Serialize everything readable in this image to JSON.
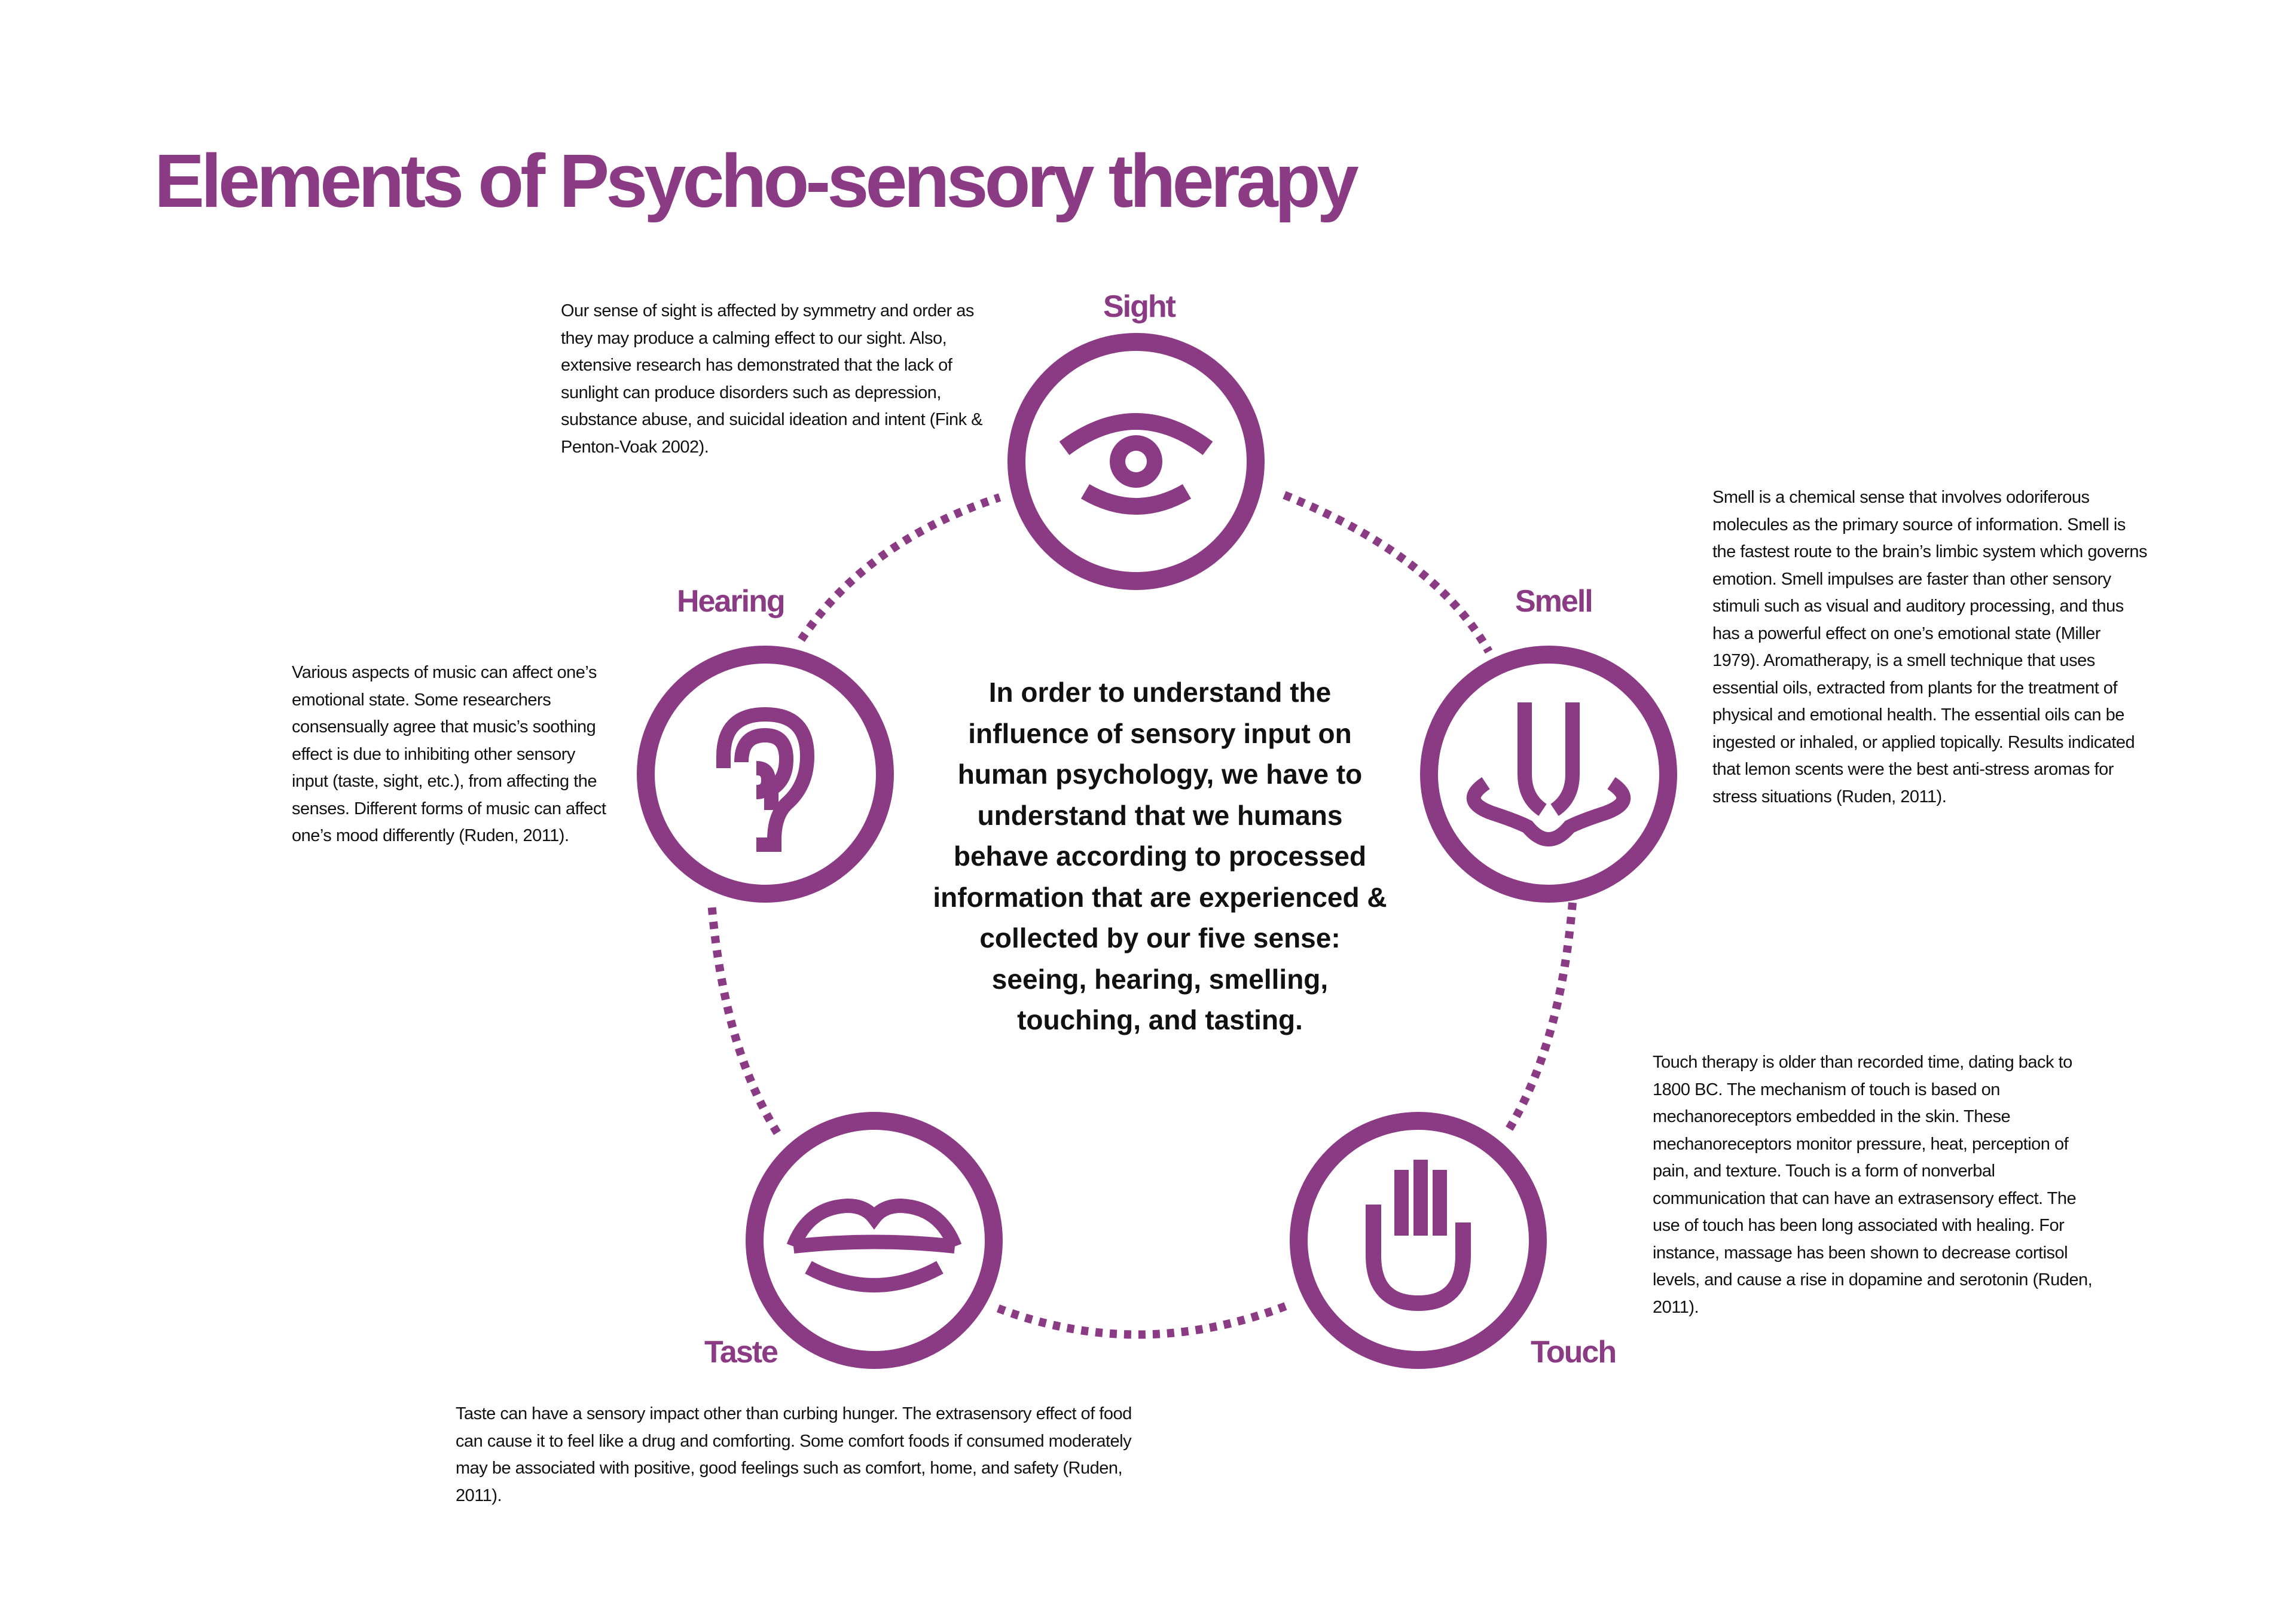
{
  "colors": {
    "accent": "#8B3A84",
    "text": "#111111",
    "background": "#ffffff"
  },
  "title": "Elements of Psycho-sensory therapy",
  "center_text": "In order to understand the influence of sensory input on human psychology, we have to understand that we humans behave according to processed information that are experienced & collected by our five sense: seeing, hearing, smelling, touching, and tasting.",
  "senses": {
    "sight": {
      "label": "Sight",
      "icon": "eye-icon",
      "description": "Our sense of sight is affected by symmetry and order as they may produce a calming effect to our sight. Also, extensive research has demonstrated that the lack of sunlight can produce disorders such as depression, substance abuse, and suicidal ideation and intent (Fink & Penton-Voak 2002)."
    },
    "smell": {
      "label": "Smell",
      "icon": "nose-icon",
      "description": "Smell is a chemical sense that involves odoriferous molecules as the primary source of information. Smell is the fastest route to the brain’s limbic system which governs emotion. Smell impulses are faster than other sensory stimuli such as visual and auditory processing, and thus has a powerful effect on one’s emotional state (Miller 1979). Aromatherapy, is a smell technique that uses essential oils, extracted from plants for the treatment of physical and emotional health. The essential oils can be ingested or inhaled, or applied topically. Results indicated that lemon scents were the best anti-stress aromas for stress situations (Ruden, 2011)."
    },
    "touch": {
      "label": "Touch",
      "icon": "hand-icon",
      "description": "Touch therapy is older than recorded time, dating back to 1800 BC. The mechanism of touch is based on mechanoreceptors embedded in the skin. These mechanoreceptors monitor pressure, heat, perception of pain, and texture. Touch is a form of nonverbal communication that can have an extrasensory effect. The use of touch has been long associated with healing. For instance, massage has been shown to decrease cortisol levels, and cause a rise in dopamine and serotonin (Ruden, 2011)."
    },
    "taste": {
      "label": "Taste",
      "icon": "lips-icon",
      "description": "Taste can have a sensory impact other than curbing hunger. The extrasensory effect of food can cause it to feel like a drug and comforting. Some comfort foods if consumed moderately may be associated with positive, good feelings such as comfort, home, and safety (Ruden, 2011)."
    },
    "hearing": {
      "label": "Hearing",
      "icon": "ear-icon",
      "description": "Various aspects of music can affect one’s emotional state. Some researchers consensually agree that music’s soothing effect is due to inhibiting other sensory input (taste, sight, etc.), from affecting the senses. Different forms of music can affect one’s mood differently (Ruden, 2011)."
    }
  }
}
